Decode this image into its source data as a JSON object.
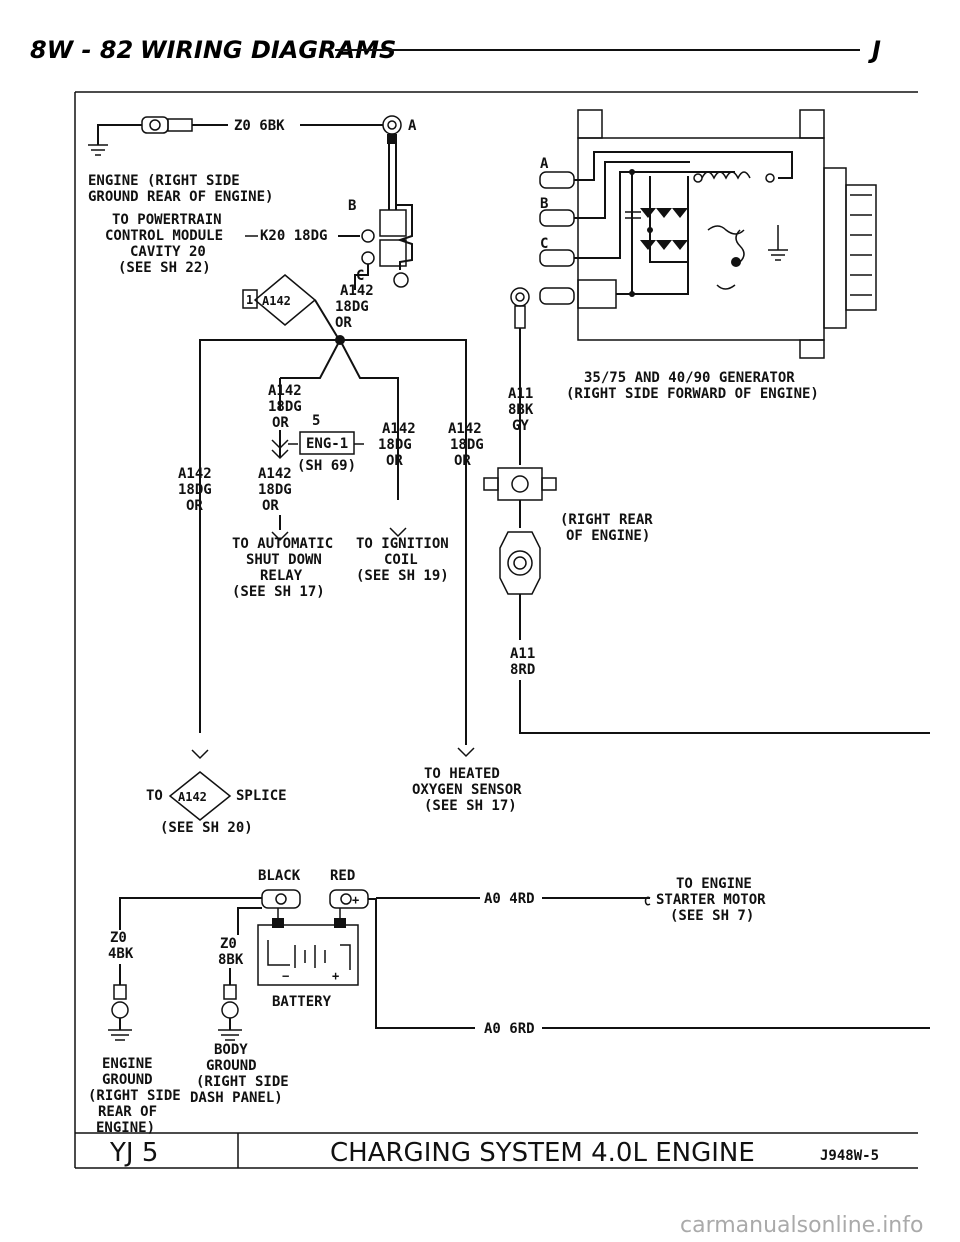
{
  "header": {
    "section": "8W - 82",
    "title": "WIRING DIAGRAMS",
    "letter": "J"
  },
  "ground_top": {
    "wire": "Z0 6BK",
    "line1": "ENGINE     (RIGHT SIDE",
    "line2": "GROUND   REAR OF ENGINE)",
    "conn_a": "A"
  },
  "pcm": {
    "line1": "TO POWERTRAIN",
    "line2": "CONTROL MODULE",
    "line3": "CAVITY 20",
    "line4": "(SEE SH 22)",
    "wire": "K20 18DG",
    "conn_b": "B",
    "conn_c": "C"
  },
  "a142_top": {
    "l1": "A142",
    "l2": "18DG",
    "l3": "OR",
    "splice": "A142",
    "splice_num": "1"
  },
  "branches": {
    "mid_l1": "A142",
    "mid_l2": "18DG",
    "mid_l3": "OR",
    "num": "5",
    "eng": "ENG-1",
    "sh": "(SH 69)",
    "low_l1": "A142",
    "low_l2": "18DG",
    "low_l3": "OR",
    "left_l1": "A142",
    "left_l2": "18DG",
    "left_l3": "OR",
    "ign_l1": "A142",
    "ign_l2": "18DG",
    "ign_l3": "OR",
    "ox_l1": "A142",
    "ox_l2": "18DG",
    "ox_l3": "OR"
  },
  "asd": {
    "l1": "TO AUTOMATIC",
    "l2": "SHUT DOWN",
    "l3": "RELAY",
    "l4": "(SEE SH 17)"
  },
  "ign": {
    "l1": "TO IGNITION",
    "l2": "COIL",
    "l3": "(SEE SH 19)"
  },
  "splice_ref": {
    "to": "TO",
    "id": "A142",
    "word": "SPLICE",
    "see": "(SEE SH 20)"
  },
  "oxy": {
    "l1": "TO HEATED",
    "l2": "OXYGEN SENSOR",
    "l3": "(SEE SH 17)"
  },
  "generator": {
    "l1": "35/75 AND 40/90 GENERATOR",
    "l2": "(RIGHT SIDE FORWARD OF ENGINE)",
    "a": "A",
    "b": "B",
    "c": "C"
  },
  "a11_top": {
    "l1": "A11",
    "l2": "8BK",
    "l3": "GY"
  },
  "rear": {
    "l1": "(RIGHT REAR",
    "l2": "OF ENGINE)"
  },
  "a11_bot": {
    "l1": "A11",
    "l2": "8RD"
  },
  "battery": {
    "black": "BLACK",
    "red": "RED",
    "label": "BATTERY",
    "wire_a0_4": "A0 4RD",
    "wire_a0_6": "A0 6RD"
  },
  "starter": {
    "l1": "TO ENGINE",
    "l2": "STARTER MOTOR",
    "l3": "(SEE SH 7)"
  },
  "z0_left": {
    "l1": "Z0",
    "l2": "4BK"
  },
  "z0_mid": {
    "l1": "Z0",
    "l2": "8BK"
  },
  "eng_ground": {
    "l1": "ENGINE",
    "l2": "GROUND",
    "l3": "(RIGHT SIDE",
    "l4": "REAR OF",
    "l5": "ENGINE)"
  },
  "body_ground": {
    "l1": "BODY",
    "l2": "GROUND",
    "l3": "(RIGHT SIDE",
    "l4": "DASH PANEL)"
  },
  "footer": {
    "model": "YJ  5",
    "title": "CHARGING SYSTEM 4.0L ENGINE",
    "code": "J948W-5"
  },
  "watermark": "carmanualsonline.info"
}
